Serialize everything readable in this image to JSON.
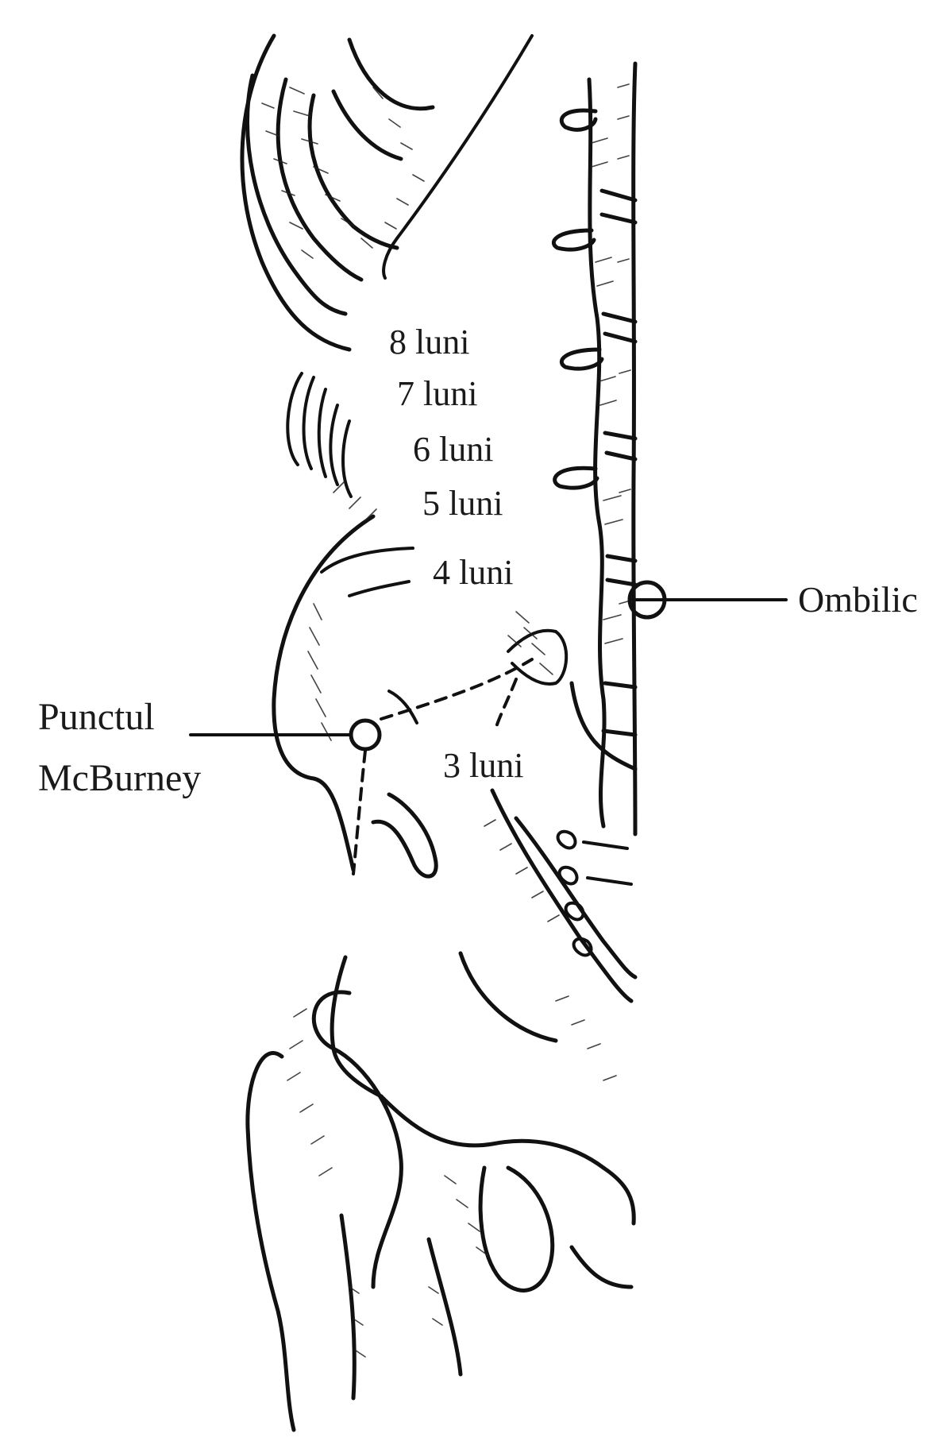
{
  "diagram": {
    "month_labels": [
      "8 luni",
      "7 luni",
      "6 luni",
      "5 luni",
      "4 luni",
      "3 luni"
    ],
    "ombilic_label": "Ombilic",
    "mcburney_label_line1": "Punctul",
    "mcburney_label_line2": "McBurney"
  }
}
